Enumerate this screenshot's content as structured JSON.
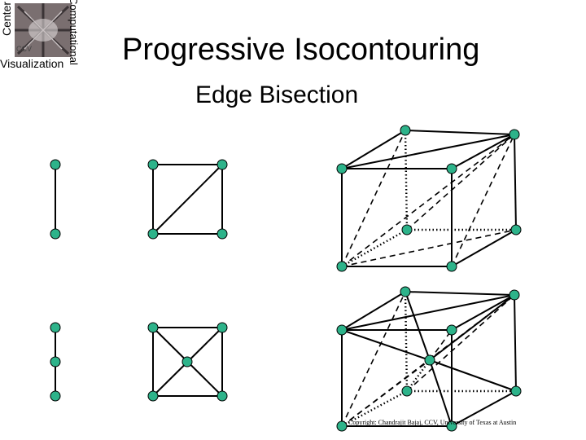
{
  "logo": {
    "center": "Center",
    "computational": "Computational",
    "visualization": "Visualization",
    "ccv": "CCV"
  },
  "title": "Progressive Isocontouring",
  "subtitle": "Edge Bisection",
  "copyright": "Copyright: Chandrajit Bajaj, CCV, University of Texas at Austin",
  "colors": {
    "node": "#2db38a",
    "line": "#000000"
  }
}
